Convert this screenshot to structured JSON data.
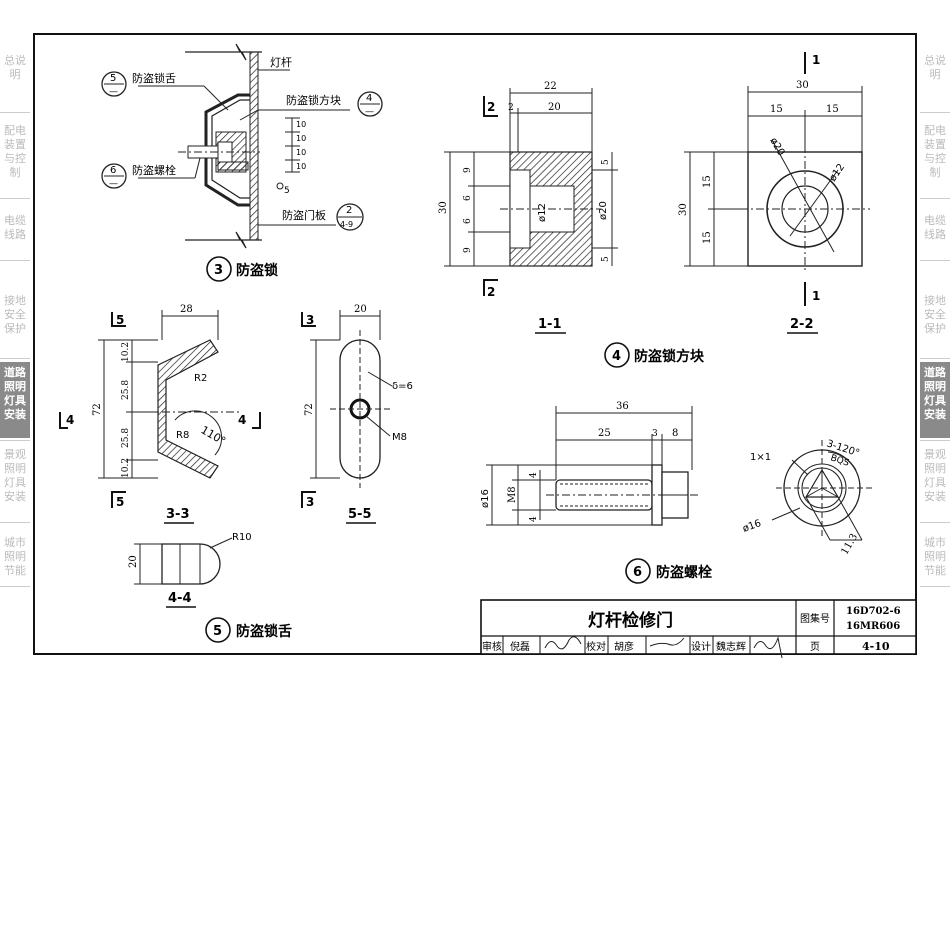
{
  "sidebar": {
    "left": [
      {
        "label": "总说明"
      },
      {
        "label": "配电装置与控制"
      },
      {
        "label": "电缆线路"
      },
      {
        "label": "接地安全保护"
      },
      {
        "label": "道路照明灯具安装",
        "active": true
      },
      {
        "label": "景观照明灯具安装"
      },
      {
        "label": "城市照明节能"
      }
    ],
    "right": [
      {
        "label": "总说明"
      },
      {
        "label": "配电装置与控制"
      },
      {
        "label": "电缆线路"
      },
      {
        "label": "接地安全保护"
      },
      {
        "label": "道路照明灯具安装",
        "active": true
      },
      {
        "label": "景观照明灯具安装"
      },
      {
        "label": "城市照明节能"
      }
    ]
  },
  "detail3": {
    "title": "防盗锁",
    "num": "3",
    "labels": {
      "pole": "灯杆",
      "block": "防盗锁方块",
      "door": "防盗门板",
      "tongue": "防盗锁舌",
      "bolt": "防盗螺栓"
    },
    "refs": {
      "tongue": "5",
      "bolt": "6",
      "block": "4",
      "door_top": "2",
      "door_bottom": "4-9",
      "dash": "—"
    },
    "dims": [
      "10",
      "10",
      "10",
      "10"
    ],
    "weld": "5"
  },
  "detail4": {
    "title": "防盗锁方块",
    "num": "4",
    "sec11": {
      "label": "1-1",
      "dims_top": [
        "22",
        "20",
        "2"
      ],
      "dims_left": [
        "30",
        "9",
        "6",
        "6",
        "9"
      ],
      "dims_right": [
        "5",
        "5"
      ],
      "holes": [
        "ø12",
        "ø20"
      ],
      "cut": "2"
    },
    "sec22": {
      "label": "2-2",
      "dims_top": [
        "30",
        "15",
        "15"
      ],
      "dims_left": [
        "30",
        "15",
        "15"
      ],
      "holes": [
        "ø20",
        "ø12"
      ],
      "cut": "1"
    }
  },
  "detail5": {
    "title": "防盗锁舌",
    "num": "5",
    "sec33": {
      "label": "3-3",
      "dims_left": [
        "72",
        "10.2",
        "25.8",
        "25.8",
        "10.2"
      ],
      "dim_top": "28",
      "radii": [
        "R2",
        "R8"
      ],
      "angle": "110°",
      "cut": "5",
      "cut4": "4"
    },
    "sec55": {
      "label": "5-5",
      "dim_top": "20",
      "dim_left": "72",
      "thickness": "δ=6",
      "thread": "M8",
      "cut": "3"
    },
    "sec44": {
      "label": "4-4",
      "dim": "20",
      "radius": "R10"
    }
  },
  "detail6": {
    "title": "防盗螺栓",
    "num": "6",
    "dims_top": [
      "36",
      "25",
      "3",
      "8"
    ],
    "dims_left": [
      "ø16",
      "M8",
      "4",
      "4"
    ],
    "head": {
      "chamfer": "1×1",
      "angle": "3-120°",
      "sub": "BQS",
      "dia": "ø16",
      "flat": "11.3"
    }
  },
  "titleblock": {
    "title": "灯杆检修门",
    "set_label": "图集号",
    "set_no": "16D702-6",
    "set_no2": "16MR606",
    "page_label": "页",
    "page_no": "4-10",
    "row": [
      "审核",
      "倪磊",
      "校对",
      "胡彦",
      "设计",
      "魏志辉"
    ]
  }
}
